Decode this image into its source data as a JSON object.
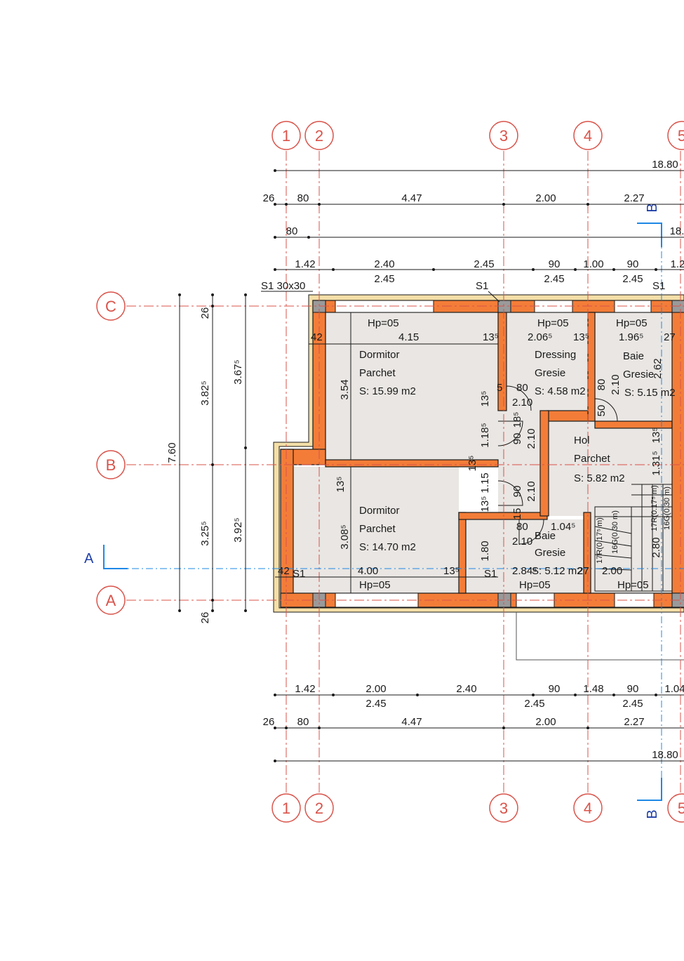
{
  "colors": {
    "wall": "#f37d38",
    "wall_edge": "#1a1a1a",
    "floor": "#e9e6e3",
    "axis": "#d9534a",
    "section": "#1e88e5",
    "insulation": "#f4dfa8",
    "column": "#9a9a9a"
  },
  "axes_vertical": [
    "1",
    "2",
    "3",
    "4",
    "5"
  ],
  "axes_horizontal": [
    "C",
    "B",
    "A"
  ],
  "section_labels": {
    "a": "A",
    "b": "B"
  },
  "top_dims": {
    "overall": "18.80",
    "row2": [
      "26",
      "80",
      "4.47",
      "2.00",
      "2.27"
    ],
    "row3a": "80",
    "row3b": "18.",
    "row4_top": [
      "1.42",
      "2.40",
      "2.45",
      "90",
      "1.00",
      "90",
      "1.2"
    ],
    "row4_bottom": [
      "2.45",
      "2.45",
      "2.45"
    ]
  },
  "bottom_dims": {
    "row1_top": [
      "1.42",
      "2.00",
      "2.40",
      "90",
      "1.48",
      "90",
      "1.04"
    ],
    "row1_bottom": [
      "2.45",
      "2.45",
      "2.45"
    ],
    "row2": [
      "26",
      "80",
      "4.47",
      "2.00",
      "2.27"
    ],
    "overall": "18.80"
  },
  "left_dims": {
    "total": "7.60",
    "c1": [
      "26",
      "3.82⁵",
      "3.25⁵",
      "26"
    ],
    "c2": [
      "3.67⁵",
      "3.92⁵"
    ]
  },
  "labels": {
    "column_s1_30": "S1 30x30",
    "s1": "S1",
    "hp": "Hp=05"
  },
  "rooms": [
    {
      "name": "Dormitor",
      "finish": "Parchet",
      "area": "S: 15.99 m2"
    },
    {
      "name": "Dressing",
      "finish": "Gresie",
      "area": "S: 4.58 m2"
    },
    {
      "name": "Baie",
      "finish": "Gresie",
      "area": "S: 5.15 m2"
    },
    {
      "name": "Hol",
      "finish": "Parchet",
      "area": "S: 5.82 m2"
    },
    {
      "name": "Dormitor",
      "finish": "Parchet",
      "area": "S: 14.70 m2"
    },
    {
      "name": "Baie",
      "finish": "Gresie",
      "area": "S: 5.12 m2"
    }
  ],
  "inner_dims": {
    "d1_w": "4.15",
    "d1_h": "3.54",
    "d1_side": "42",
    "d1_r": "13⁵",
    "dr_w": "2.06⁵",
    "dr_r": "13⁵",
    "b1_w": "1.96⁵",
    "b1_r": "27",
    "b1_h": "2.62",
    "door80": "80",
    "door210": "2.10",
    "d50": "50",
    "d5": "5",
    "d13": "13⁵",
    "d118": "1.18⁵",
    "d18": "18⁵",
    "d90": "90",
    "d115": "1.15",
    "d15": "15",
    "hol_h": "1.31⁵",
    "d2_w": "4.00",
    "d2_h": "3.08⁵",
    "d2_side": "42",
    "b2_w": "1.04⁵",
    "b2_dim": "2.84⁵",
    "b2_h": "1.80",
    "b2_r": "27",
    "stair_w": "2.00",
    "stair_a": "17R(0.17⁵ m)",
    "stair_b": "16G(0.30 m)",
    "stair_c": "17R(0.17⁵ m)",
    "stair_d": "16G(0.30 m)",
    "stair_h": "2.80"
  }
}
